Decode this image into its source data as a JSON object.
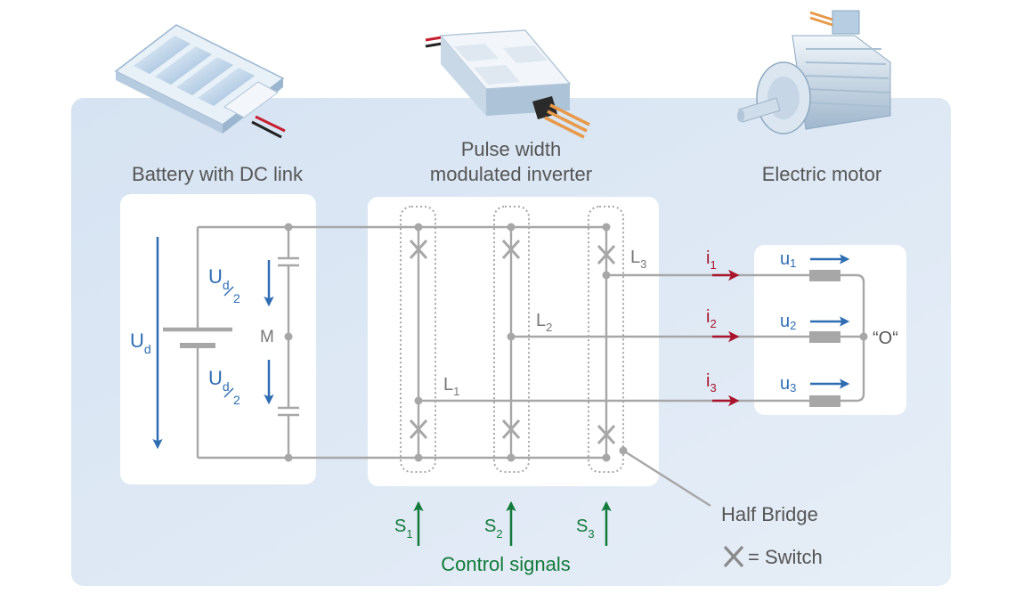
{
  "colors": {
    "background_panel": "#dde8f4",
    "box": "#ffffff",
    "wire": "#a7a7a7",
    "voltage_arrow": "#2f6db3",
    "current_arrow": "#a8152c",
    "control": "#127a3a",
    "text": "#555555"
  },
  "labels": {
    "battery": "Battery with DC link",
    "inverter_line1": "Pulse width",
    "inverter_line2": "modulated inverter",
    "motor": "Electric motor",
    "half_bridge": "Half Bridge",
    "switch_legend": "= Switch",
    "control_signals": "Control signals",
    "neutral": "“O“",
    "midpoint": "M"
  },
  "symbols": {
    "ud_main": "U",
    "ud_sub": "d",
    "ud2_main": "U",
    "ud2_sub": "d",
    "ud2_den": "2",
    "l1": "L",
    "l1_sub": "1",
    "l2": "L",
    "l2_sub": "2",
    "l3": "L",
    "l3_sub": "3",
    "i1": "i",
    "i1_sub": "1",
    "i2": "i",
    "i2_sub": "2",
    "i3": "i",
    "i3_sub": "3",
    "u1": "u",
    "u1_sub": "1",
    "u2": "u",
    "u2_sub": "2",
    "u3": "u",
    "u3_sub": "3",
    "s1": "S",
    "s1_sub": "1",
    "s2": "S",
    "s2_sub": "2",
    "s3": "S",
    "s3_sub": "3"
  },
  "icons": [
    "battery-icon",
    "inverter-icon",
    "motor-icon",
    "switch-icon"
  ]
}
